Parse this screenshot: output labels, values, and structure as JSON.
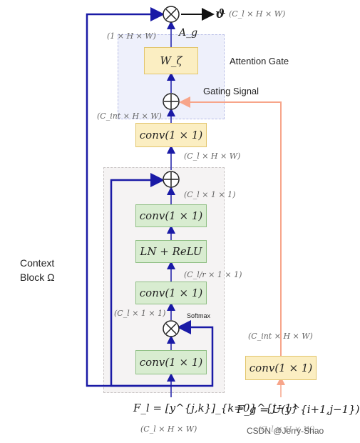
{
  "output": {
    "symbol": "ϑ",
    "dim": "(C_l × H × W)"
  },
  "gate": {
    "title": "Attention Gate",
    "gating_signal": "Gating Signal",
    "ag_symbol": "A_g",
    "ag_dim": "(1 × H × W)",
    "w_label": "W_ζ",
    "cint_dim": "(C_int × H × W)"
  },
  "mid": {
    "conv_label": "conv(1 × 1)",
    "cl_dim": "(C_l × H × W)"
  },
  "context": {
    "title_line1": "Context",
    "title_line2": "Block Ω",
    "cl_11_dim": "(C_l × 1 × 1)",
    "conv_top": "conv(1 × 1)",
    "ln_relu": "LN + ReLU",
    "clr_dim": "(C_l/r × 1 × 1)",
    "conv_mid": "conv(1 × 1)",
    "cl_11_dim2": "(C_l × 1 × 1)",
    "softmax": "Softmax",
    "conv_bottom": "conv(1 × 1)"
  },
  "input_l": {
    "formula": "F_l = [y^{j,k}]_{k=0}^{j−1}",
    "dim": "(C_l × H × W)"
  },
  "input_g": {
    "formula": "F_g = U(y^{i+1,j−1})",
    "dim": "(C_l × H × W)",
    "cint_dim": "(C_int × H × W)",
    "conv_label": "conv(1 × 1)"
  },
  "watermark": "CSDN @Jerry-Shao",
  "colors": {
    "blue": "#1a1aa6",
    "salmon": "#f7a58a"
  }
}
